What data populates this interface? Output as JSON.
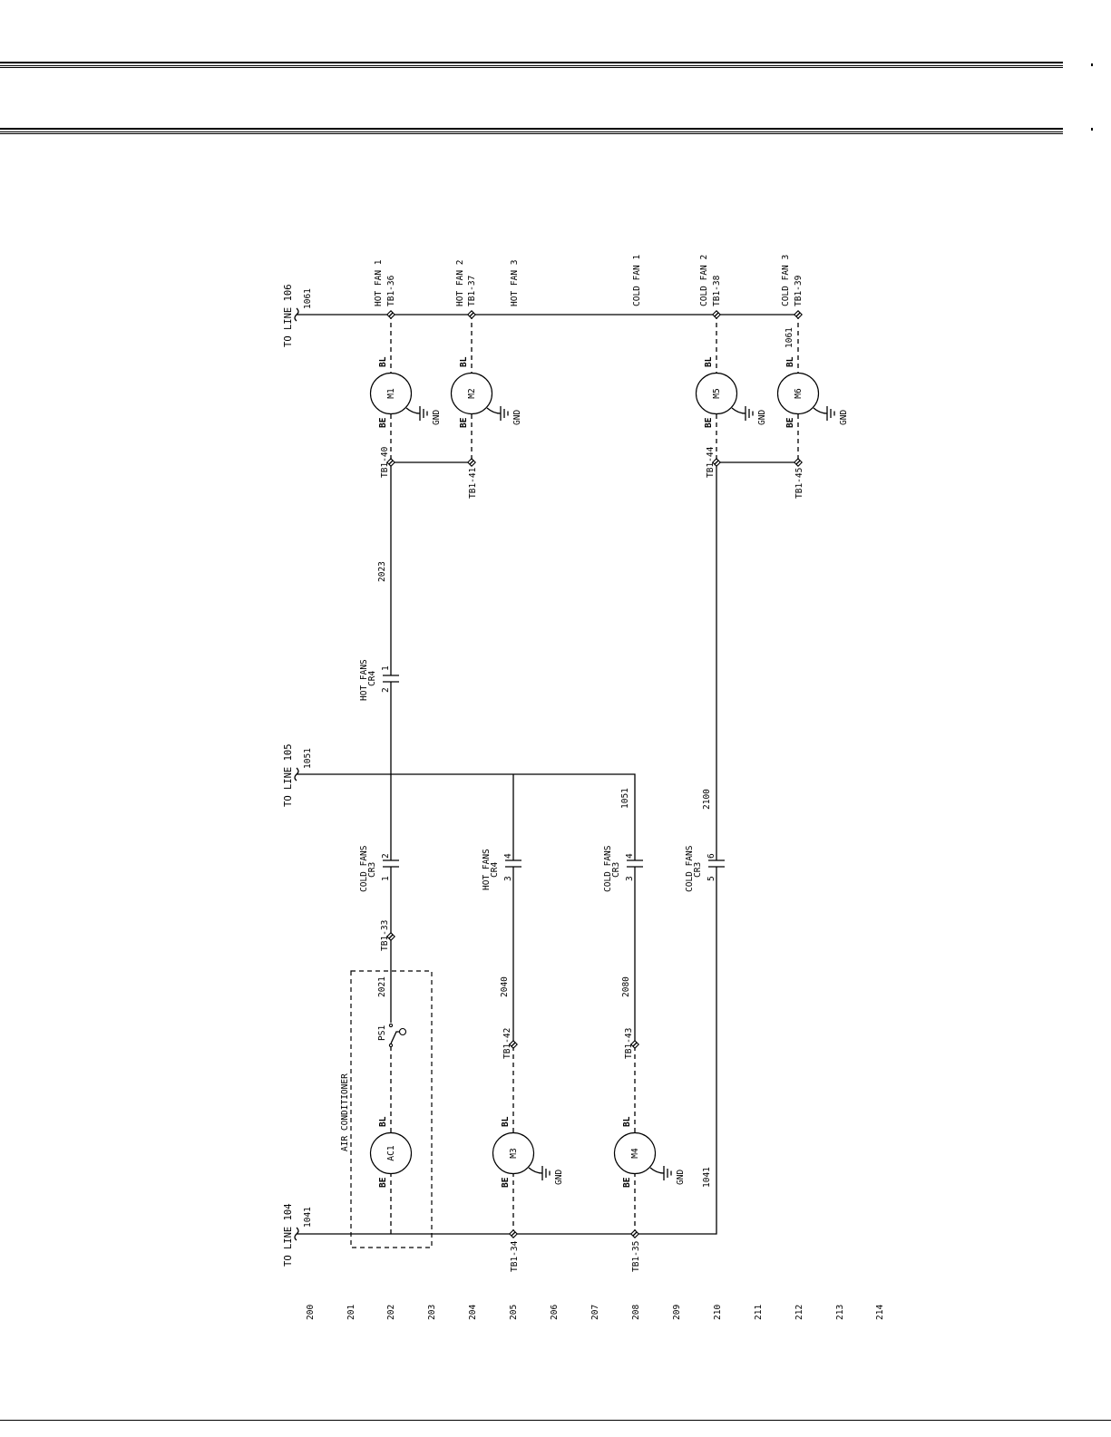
{
  "sheet": {
    "line_numbers": [
      "200",
      "201",
      "202",
      "203",
      "204",
      "205",
      "206",
      "207",
      "208",
      "209",
      "210",
      "211",
      "212",
      "213",
      "214"
    ]
  },
  "labels": {
    "to_line_104": "TO LINE 104",
    "to_line_105": "TO LINE 105",
    "to_line_106": "TO LINE 106",
    "w1041_a": "1041",
    "w1041_b": "1041",
    "w1051_a": "1051",
    "w1051_b": "1051",
    "w1061_a": "1061",
    "w1061_b": "1061",
    "w2021": "2021",
    "w2023": "2023",
    "w2040": "2040",
    "w2080": "2080",
    "w2100": "2100",
    "air_conditioner": "AIR CONDITIONER",
    "ps1": "PS1",
    "tb1_33": "TB1-33",
    "tb1_34": "TB1-34",
    "tb1_35": "TB1-35",
    "tb1_36": "TB1-36",
    "tb1_37": "TB1-37",
    "tb1_38": "TB1-38",
    "tb1_39": "TB1-39",
    "tb1_40": "TB1-40",
    "tb1_41": "TB1-41",
    "tb1_42": "TB1-42",
    "tb1_43": "TB1-43",
    "tb1_44": "TB1-44",
    "tb1_45": "TB1-45",
    "hot_fan_1": "HOT FAN 1",
    "hot_fan_2": "HOT FAN 2",
    "hot_fan_3": "HOT FAN 3",
    "cold_fan_1": "COLD FAN 1",
    "cold_fan_2": "COLD FAN 2",
    "cold_fan_3": "COLD FAN 3",
    "c1_name": "COLD FANS",
    "c1_ref": "CR3",
    "c1_a": "1",
    "c1_b": "2",
    "c2_name": "HOT FANS",
    "c2_ref": "CR4",
    "c2_a": "3",
    "c2_b": "4",
    "c3_name": "COLD FANS",
    "c3_ref": "CR3",
    "c3_a": "3",
    "c3_b": "4",
    "c4_name": "COLD FANS",
    "c4_ref": "CR3",
    "c4_a": "5",
    "c4_b": "6",
    "c5_name": "HOT FANS",
    "c5_ref": "CR4",
    "c5_a": "2",
    "c5_b": "1"
  },
  "motors": [
    {
      "name": "AC1",
      "be": "BE",
      "bl": "BL",
      "gnd": ""
    },
    {
      "name": "M3",
      "be": "BE",
      "bl": "BL",
      "gnd": "GND"
    },
    {
      "name": "M4",
      "be": "BE",
      "bl": "BL",
      "gnd": "GND"
    },
    {
      "name": "M1",
      "be": "BE",
      "bl": "BL",
      "gnd": "GND"
    },
    {
      "name": "M2",
      "be": "BE",
      "bl": "BL",
      "gnd": "GND"
    },
    {
      "name": "M5",
      "be": "BE",
      "bl": "BL",
      "gnd": "GND"
    },
    {
      "name": "M6",
      "be": "BE",
      "bl": "BL",
      "gnd": "GND"
    }
  ]
}
